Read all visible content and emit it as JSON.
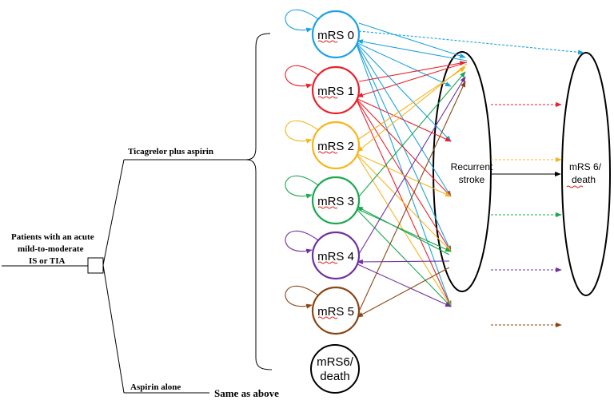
{
  "patients": {
    "lines": [
      "Patients with an acute",
      "mild-to-moderate",
      "IS or TIA"
    ]
  },
  "branches": {
    "top_label": "Ticagrelor plus aspirin",
    "bottom_label": "Aspirin alone",
    "bottom_note": "Same as above"
  },
  "states": [
    {
      "label": "mRS 0",
      "color": "#1ca2e0"
    },
    {
      "label": "mRS 1",
      "color": "#e8222a"
    },
    {
      "label": "mRS 2",
      "color": "#f5b51b"
    },
    {
      "label": "mRS 3",
      "color": "#1aa84f"
    },
    {
      "label": "mRS 4",
      "color": "#7030a0"
    },
    {
      "label": "mRS 5",
      "color": "#8b4513"
    }
  ],
  "death_state": {
    "line1": "mRS6/",
    "line2": "death",
    "color": "#000000"
  },
  "recurrent_stroke": {
    "line1": "Recurrent",
    "line2": "stroke"
  },
  "mrs6_death": {
    "line1": "mRS 6/",
    "line2": "death"
  }
}
